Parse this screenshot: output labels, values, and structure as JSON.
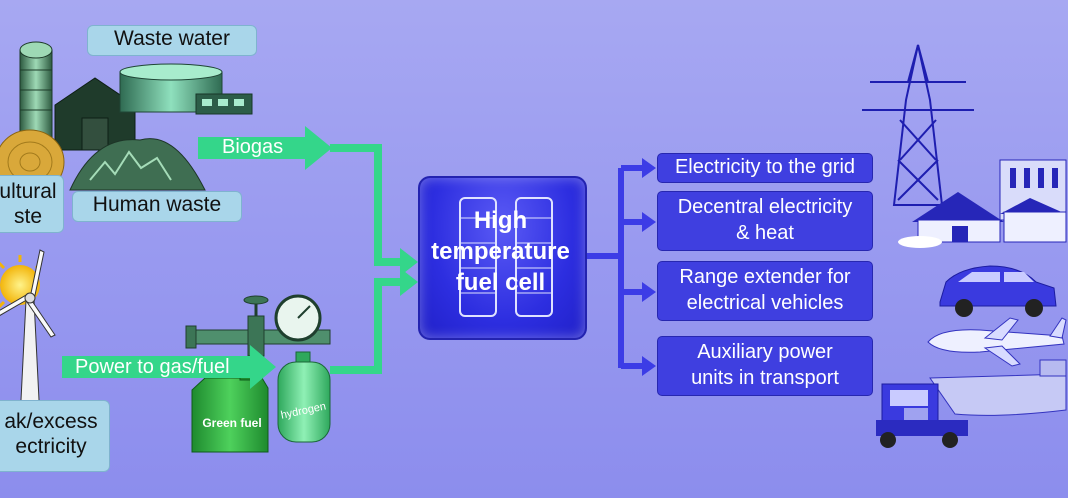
{
  "inputs": {
    "waste_water": "Waste water",
    "agricultural_waste_line1": "ultural",
    "agricultural_waste_line2": "ste",
    "human_waste": "Human waste",
    "peak_excess_line1": "ak/excess",
    "peak_excess_line2": "ectricity"
  },
  "arrows": {
    "biogas": "Biogas",
    "power_to_gas": "Power to gas/fuel"
  },
  "core": {
    "line1": "High",
    "line2": "temperature",
    "line3": "fuel cell"
  },
  "outputs": [
    {
      "line1": "Electricity to the grid",
      "line2": ""
    },
    {
      "line1": "Decentral electricity",
      "line2": "& heat"
    },
    {
      "line1": "Range extender for",
      "line2": "electrical vehicles"
    },
    {
      "line1": "Auxiliary power",
      "line2": "units in transport"
    }
  ],
  "graphics": {
    "green_fuel_label": "Green fuel",
    "hydrogen_label": "hydrogen"
  },
  "colors": {
    "arrow_green": "#34d68a",
    "output_blue": "#3f3fe0",
    "connector_blue": "#3c3ce6",
    "input_box": "#a9d6ea"
  }
}
